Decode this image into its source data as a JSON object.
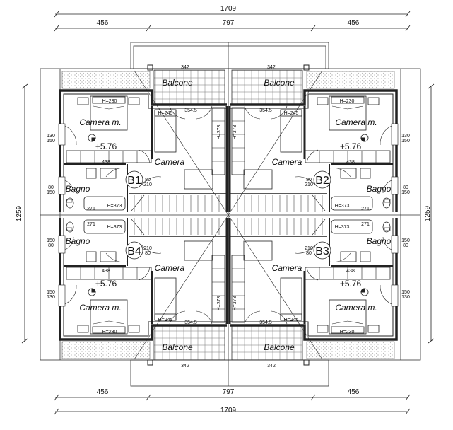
{
  "dimensions": {
    "total_width": "1709",
    "side_width": "456",
    "center_width": "797",
    "total_height": "1259"
  },
  "units": [
    {
      "id": "B1",
      "quadrant": "top-left"
    },
    {
      "id": "B2",
      "quadrant": "top-right"
    },
    {
      "id": "B3",
      "quadrant": "bottom-right"
    },
    {
      "id": "B4",
      "quadrant": "bottom-left"
    }
  ],
  "labels": {
    "master_bedroom": "Camera m.",
    "bedroom": "Camera",
    "bathroom": "Bagno",
    "balcony": "Balcone",
    "level": "+5.76",
    "h_bed": "H=230",
    "h_bed2": "H=245",
    "h_wardrobe": "H=373",
    "h_bath": "H=373",
    "win_a1": "130",
    "win_a2": "150",
    "win_b1": "80",
    "win_b2": "150",
    "door1": "80",
    "door2": "210",
    "wardrobe_len": "438",
    "balcony_len": "342",
    "bath_len": "271",
    "room_len": "354.5"
  }
}
